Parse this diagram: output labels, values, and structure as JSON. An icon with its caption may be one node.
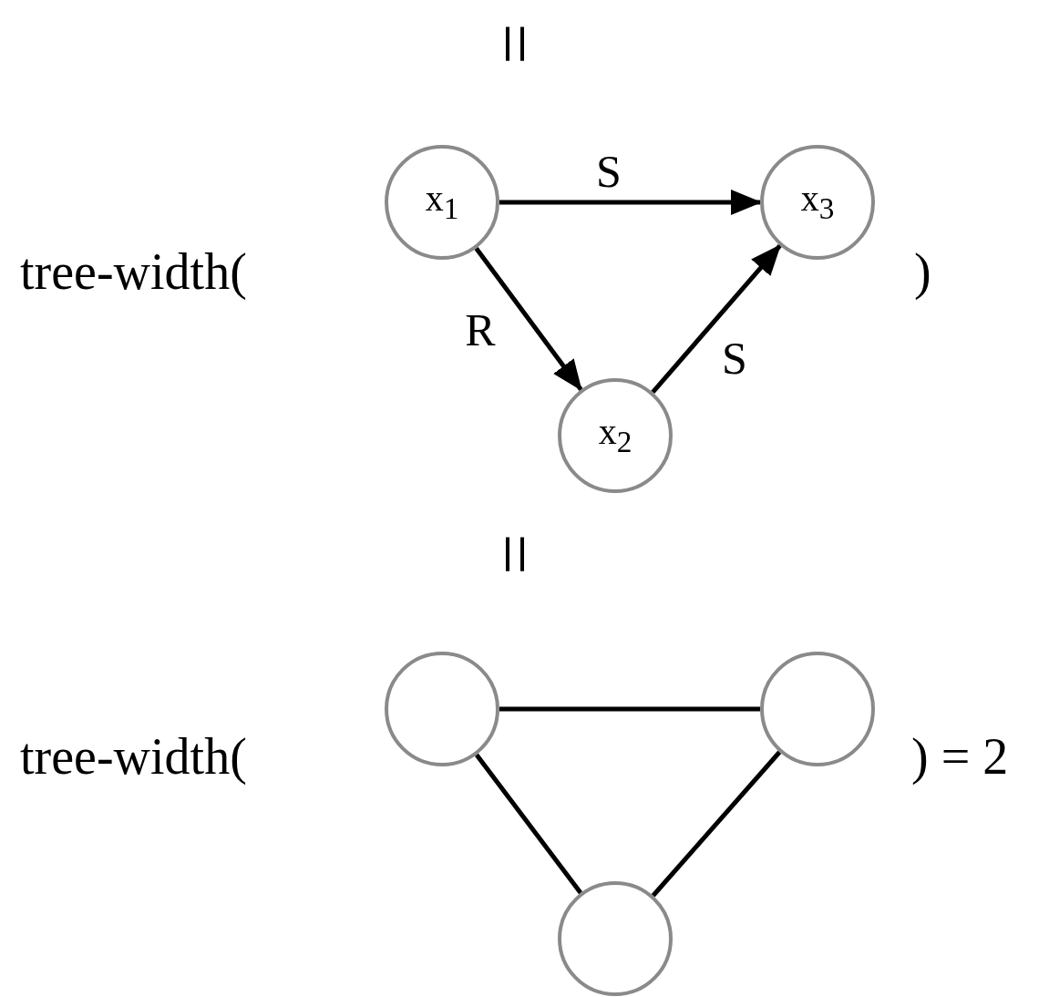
{
  "diagram": {
    "nodes": [
      {
        "text": [
          "x$_{1}$"
        ]
      },
      {
        "text": [
          "x$_{3}$"
        ]
      },
      {
        "text": [
          "x$_{2}$"
        ]
      },
      {
        "text": [],
        "shape": "circle"
      },
      {
        "text": [],
        "shape": "circle"
      },
      {
        "text": [],
        "shape": "circle"
      }
    ],
    "edges": [
      {
        "from": 0,
        "to": 1,
        "arrow": "to",
        "label": "S"
      },
      {
        "from": 0,
        "to": 2,
        "arrow": "to",
        "label": "R"
      },
      {
        "from": 2,
        "to": 1,
        "arrow": "to",
        "label": "S"
      },
      {
        "from": 3,
        "to": 4,
        "arrow": "none"
      },
      {
        "from": 3,
        "to": 5,
        "arrow": "none"
      },
      {
        "from": 5,
        "to": 4,
        "arrow": "none"
      }
    ],
    "labels": [
      "=",
      "tree-width(",
      ")",
      "=",
      "tree-width(",
      ") = 2"
    ]
  }
}
